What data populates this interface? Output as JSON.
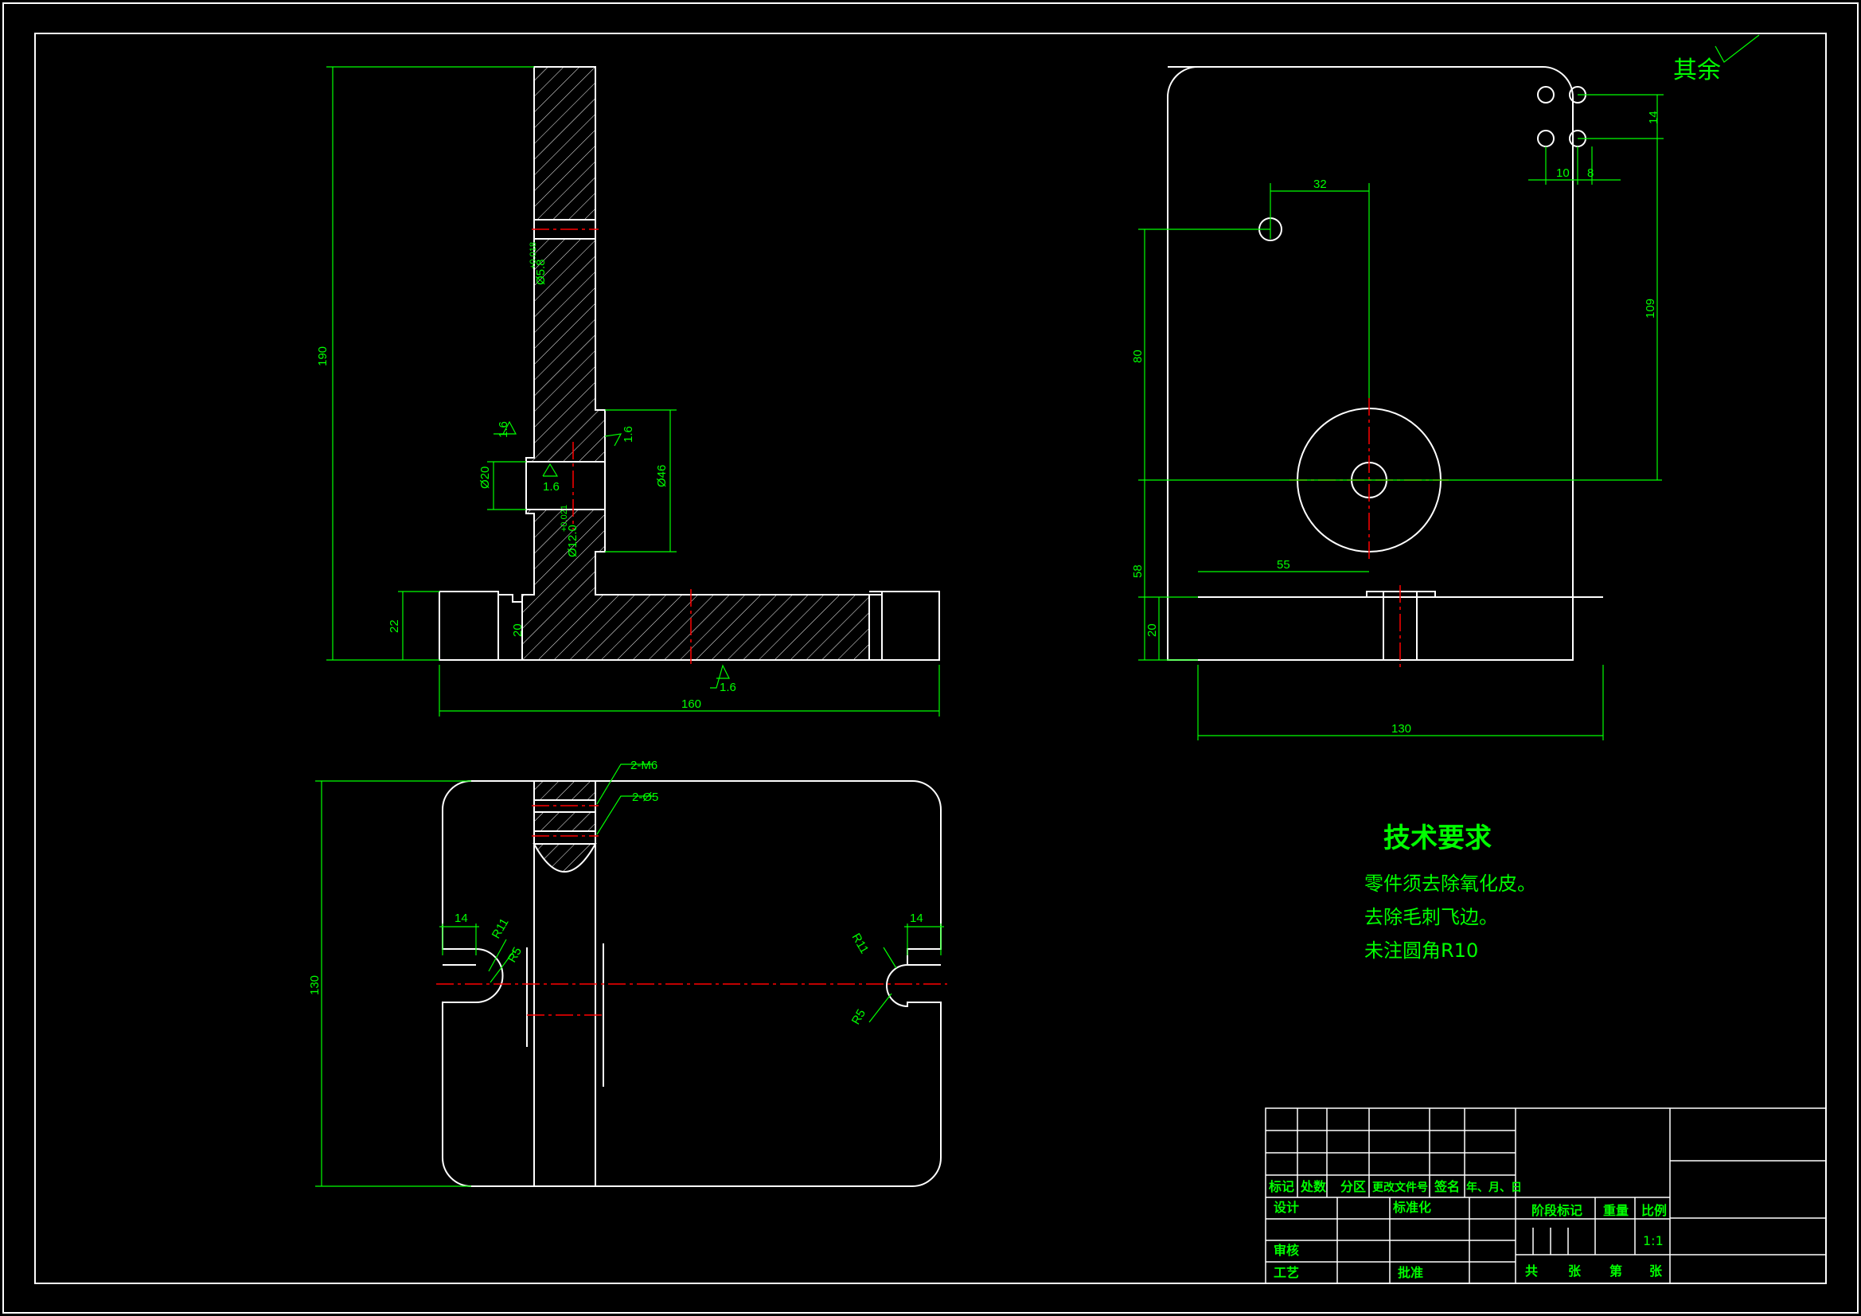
{
  "colors": {
    "background": "#000000",
    "outline": "#ffffff",
    "dimension": "#00ff00",
    "centerline": "#ff0000"
  },
  "dimensions": {
    "front": {
      "height": "190",
      "base_height": "22",
      "base_thick": "20",
      "width": "160",
      "bore_small": "Ø20",
      "bore_large": "Ø46",
      "hole_top": "Ø5.8",
      "hole_top_tol": "+0.018",
      "bore_tol": "Ø12.0",
      "bore_tol_val": "+0.021",
      "rough_left": "1.6",
      "rough_right": "1.6",
      "rough_bore": "1.6",
      "rough_base": "1.6"
    },
    "side": {
      "d32": "32",
      "d80": "80",
      "d109": "109",
      "d14": "14",
      "d10": "10",
      "d8": "8",
      "d55": "55",
      "d58": "58",
      "d20": "20",
      "d130": "130"
    },
    "top": {
      "d130": "130",
      "d14_left": "14",
      "d14_right": "14",
      "r11_left": "R11",
      "r5_left": "R5",
      "r11_right": "R11",
      "r5_right": "R5",
      "m6": "2-M6",
      "d5": "2-Ø5"
    }
  },
  "roughness_note": "其余",
  "tech_requirements": {
    "title": "技术要求",
    "lines": [
      "零件须去除氧化皮。",
      "去除毛刺飞边。",
      "未注圆角R10"
    ]
  },
  "title_block": {
    "headers": [
      "标记",
      "处数",
      "分区",
      "更改文件号",
      "签名",
      "年、月、日"
    ],
    "design": "设计",
    "standardize": "标准化",
    "review": "审核",
    "process": "工艺",
    "approve": "批准",
    "stage_mark": "阶段标记",
    "weight": "重量",
    "scale_label": "比例",
    "scale": "1:1",
    "total": "共",
    "sheets": "张",
    "number": "第",
    "sheet": "张"
  }
}
